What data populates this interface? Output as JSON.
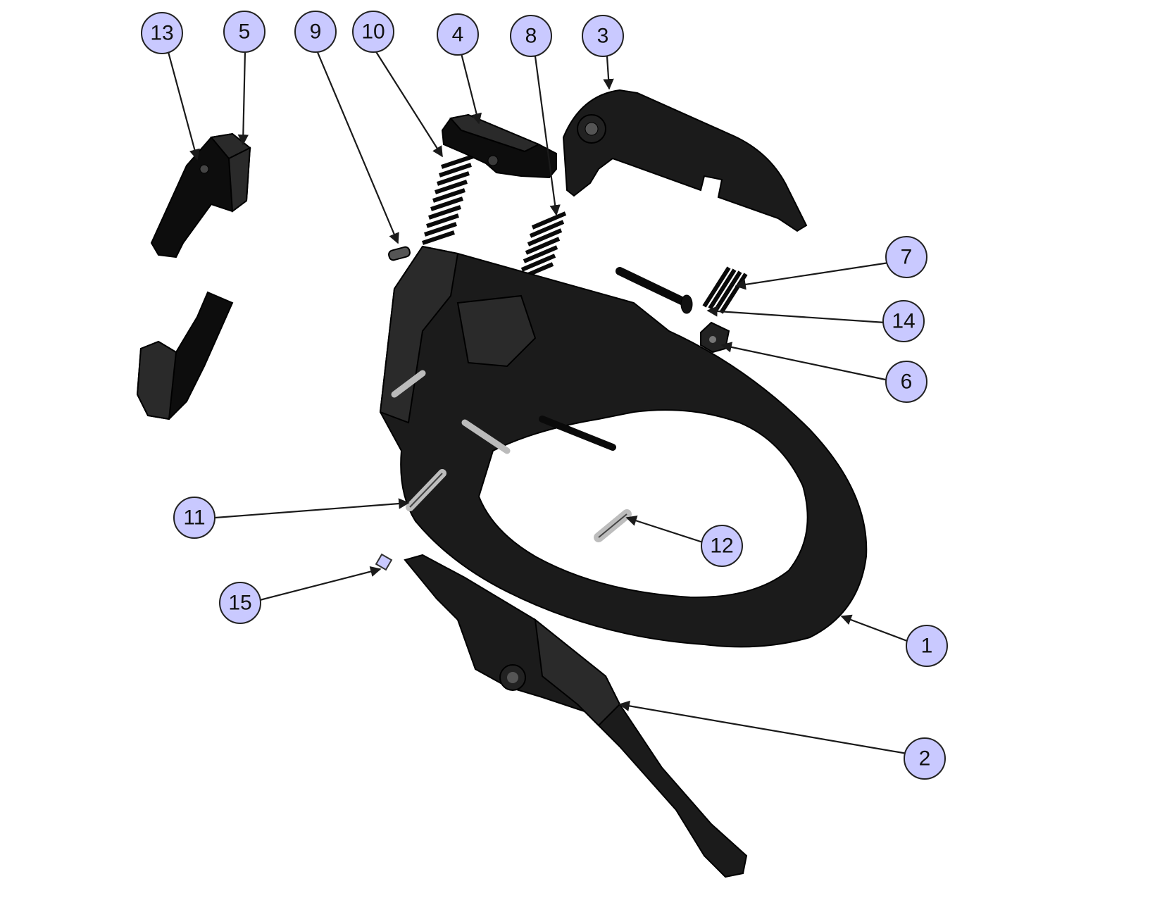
{
  "colors": {
    "callout_fill": "#c9c9ff",
    "callout_stroke": "#222222",
    "part_color": "#1b1b1b"
  },
  "callouts": {
    "c1": "1",
    "c2": "2",
    "c3": "3",
    "c4": "4",
    "c5": "5",
    "c6": "6",
    "c7": "7",
    "c8": "8",
    "c9": "9",
    "c10": "10",
    "c11": "11",
    "c12": "12",
    "c13": "13",
    "c14": "14",
    "c15": "15"
  }
}
